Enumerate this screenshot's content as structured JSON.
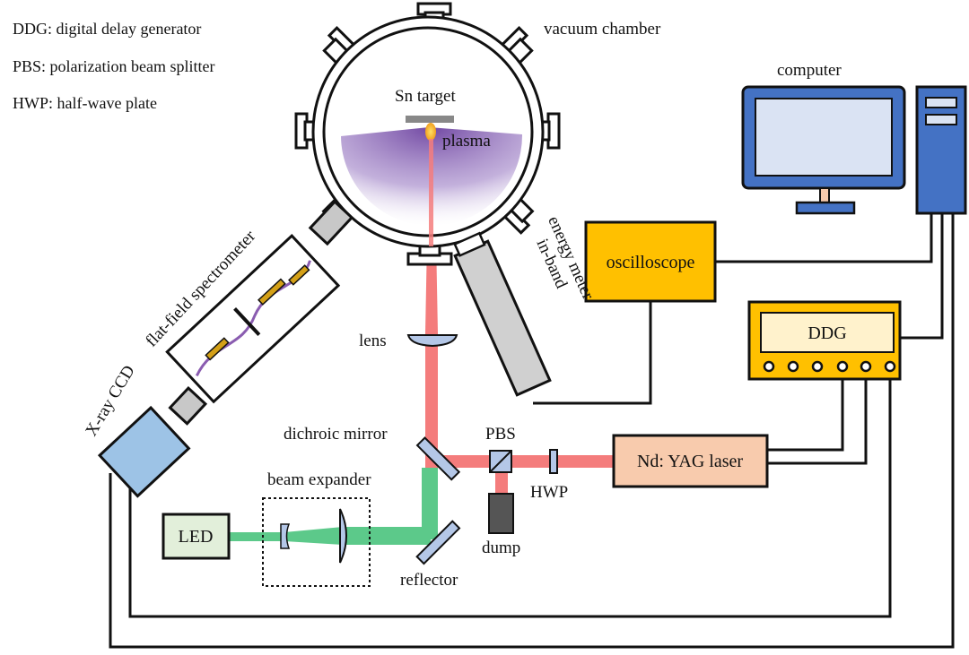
{
  "legend": [
    "DDG: digital delay generator",
    "PBS: polarization beam splitter",
    "HWP: half-wave plate"
  ],
  "labels": {
    "vacuum_chamber": "vacuum chamber",
    "computer": "computer",
    "sn_target": "Sn target",
    "plasma": "plasma",
    "flat_field_spectrometer": "flat-field spectrometer",
    "in_band_line1": "in-band",
    "in_band_line2": "energy meter",
    "oscilloscope": "oscilloscope",
    "ddg": "DDG",
    "lens": "lens",
    "xray_ccd": "X-ray CCD",
    "dichroic_mirror": "dichroic mirror",
    "pbs": "PBS",
    "hwp": "HWP",
    "nd_yag_laser": "Nd: YAG laser",
    "beam_expander": "beam expander",
    "led": "LED",
    "dump": "dump",
    "reflector": "reflector"
  },
  "colors": {
    "laser_beam": "#f47c7c",
    "led_beam": "#5cc98a",
    "plasma": "#8a5cb0",
    "oscilloscope_fill": "#ffc000",
    "ddg_fill": "#ffc000",
    "ddg_screen": "#fff2cc",
    "laser_fill": "#f8cbad",
    "led_fill": "#e2efda",
    "ccd_fill": "#9dc3e6",
    "computer_fill": "#4472c4",
    "screen_fill": "#dae3f3",
    "mirror_fill": "#b4c7e7",
    "dump_fill": "#555555",
    "optic_gold": "#d4a017"
  }
}
